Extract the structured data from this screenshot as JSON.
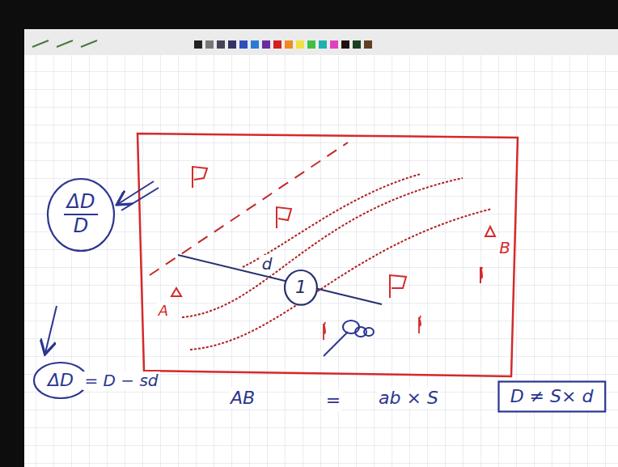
{
  "diagram": {
    "nodes": [
      {
        "text": [
          "ΔD",
          "D"
        ]
      },
      {
        "text": [
          "1"
        ]
      },
      {
        "text": [
          "ΔD"
        ]
      },
      {
        "text": [
          "D ≠ S× d"
        ]
      }
    ],
    "labels": [
      "d",
      "A",
      "B",
      "= D − sd",
      "AB",
      "=",
      "ab × S"
    ]
  }
}
